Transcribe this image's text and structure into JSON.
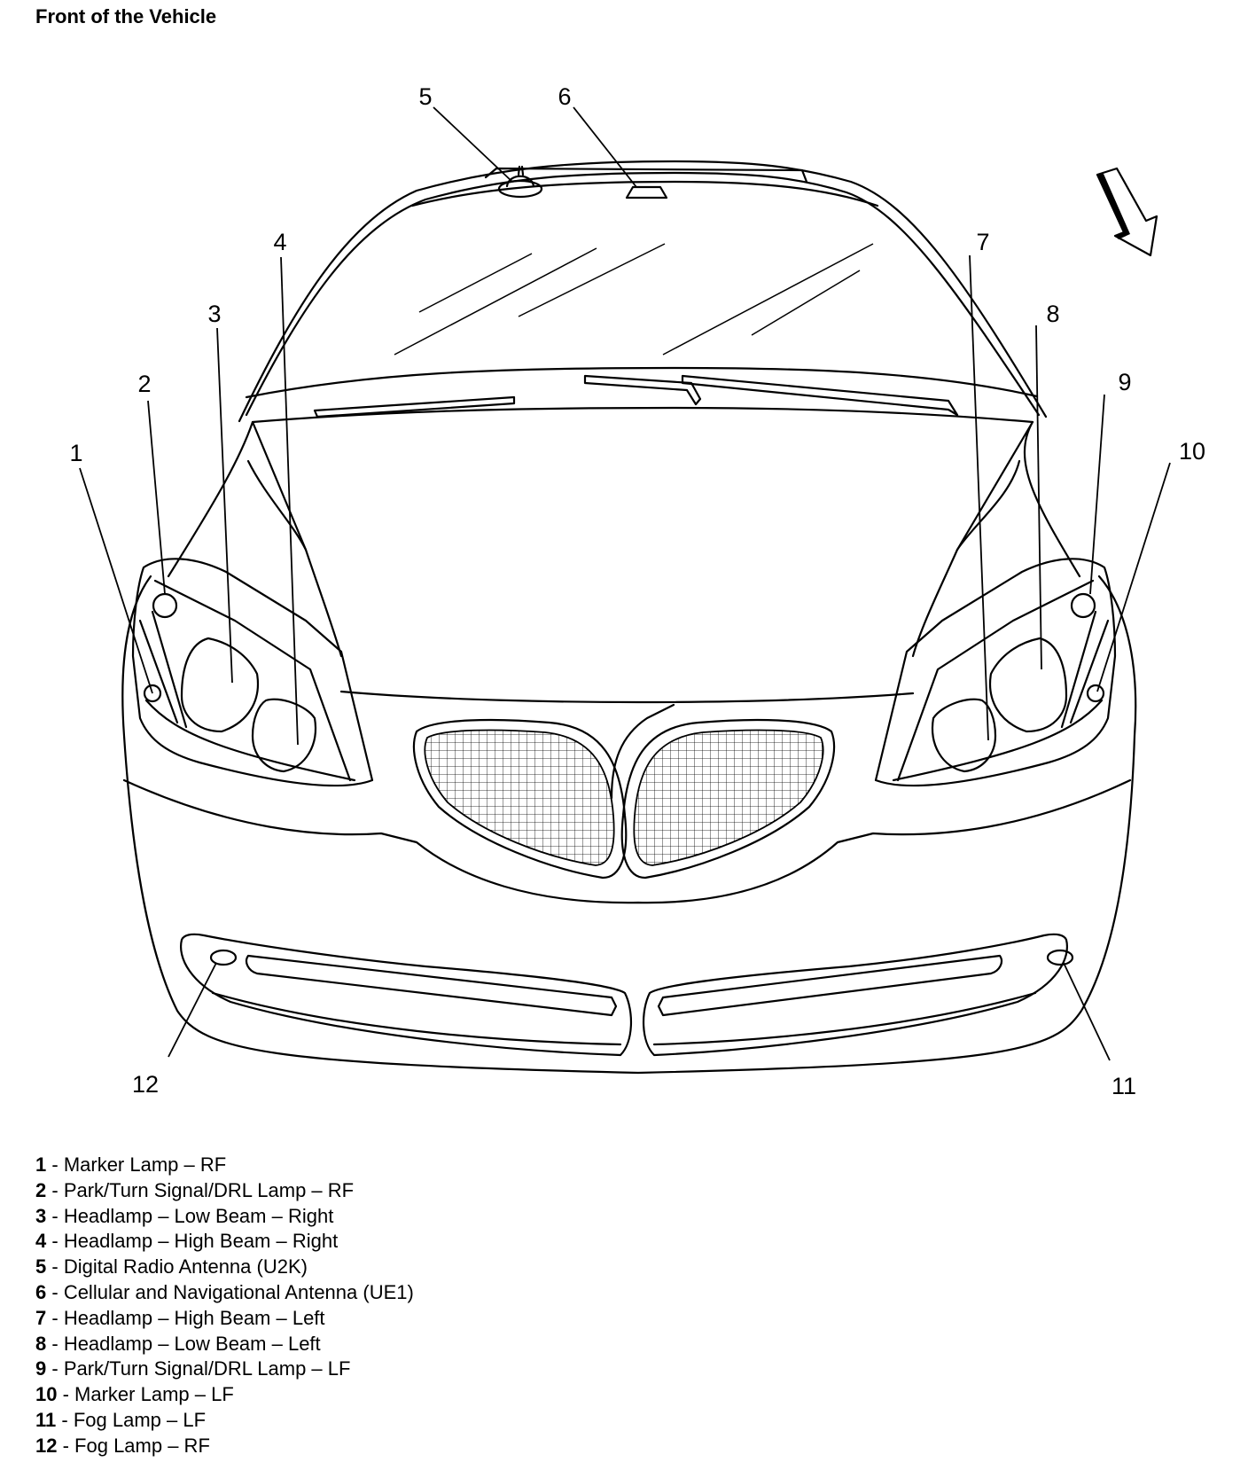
{
  "title": "Front of the Vehicle",
  "callouts": [
    "1",
    "2",
    "3",
    "4",
    "5",
    "6",
    "7",
    "8",
    "9",
    "10",
    "11",
    "12"
  ],
  "legend": [
    {
      "num": "1",
      "label": "Marker Lamp – RF"
    },
    {
      "num": "2",
      "label": "Park/Turn Signal/DRL Lamp – RF"
    },
    {
      "num": "3",
      "label": "Headlamp – Low Beam – Right"
    },
    {
      "num": "4",
      "label": "Headlamp – High Beam – Right"
    },
    {
      "num": "5",
      "label": "Digital Radio Antenna (U2K)"
    },
    {
      "num": "6",
      "label": "Cellular and Navigational Antenna (UE1)"
    },
    {
      "num": "7",
      "label": "Headlamp – High Beam – Left"
    },
    {
      "num": "8",
      "label": "Headlamp – Low Beam – Left"
    },
    {
      "num": "9",
      "label": "Park/Turn Signal/DRL Lamp – LF"
    },
    {
      "num": "10",
      "label": "Marker Lamp – LF"
    },
    {
      "num": "11",
      "label": "Fog Lamp – LF"
    },
    {
      "num": "12",
      "label": "Fog Lamp – RF"
    }
  ]
}
